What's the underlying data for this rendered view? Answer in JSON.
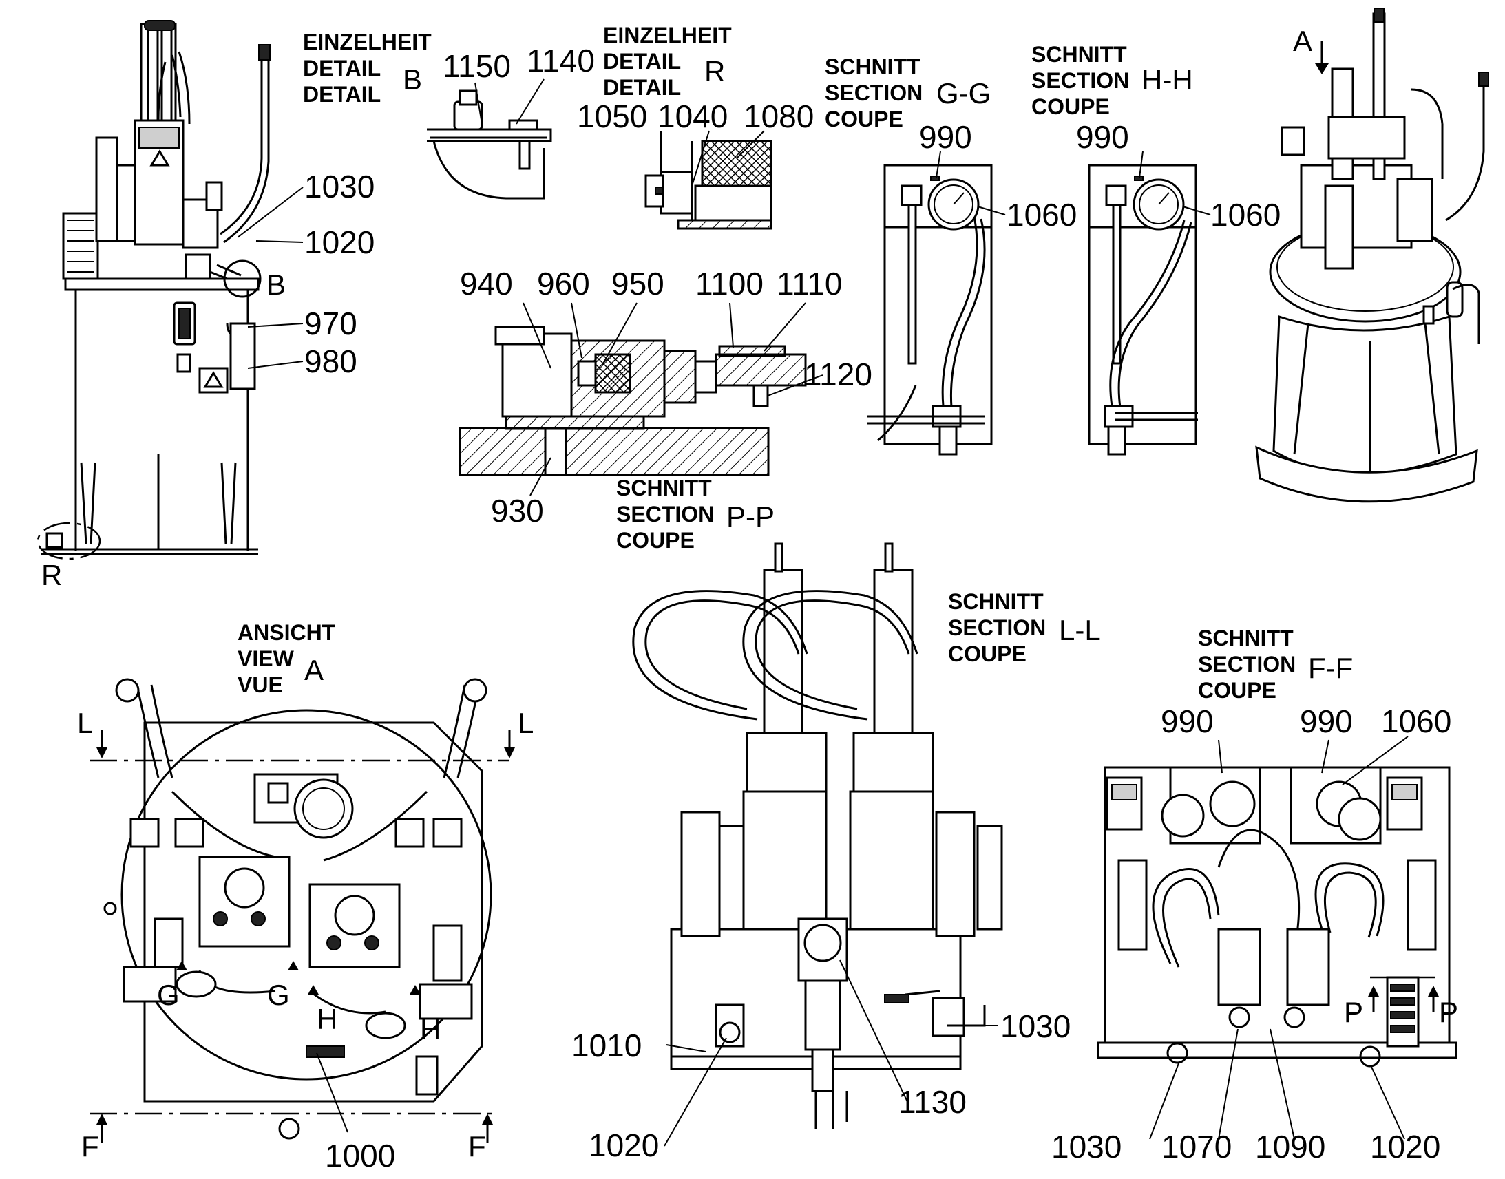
{
  "part_numbers": {
    "p1150": "1150",
    "p1140": "1140",
    "p1050": "1050",
    "p1040": "1040",
    "p1080": "1080",
    "p990_g": "990",
    "p1060_g": "1060",
    "p990_h": "990",
    "p1060_h": "1060",
    "p1030_side": "1030",
    "p1020_side": "1020",
    "p970": "970",
    "p980": "980",
    "p940": "940",
    "p960": "960",
    "p950": "950",
    "p1100": "1100",
    "p1110": "1110",
    "p1120": "1120",
    "p930": "930",
    "p1000": "1000",
    "p1010": "1010",
    "p1020_l": "1020",
    "p1130": "1130",
    "p1030_l": "1030",
    "p990_f1": "990",
    "p990_f2": "990",
    "p1060_f": "1060",
    "p1030_f": "1030",
    "p1070": "1070",
    "p1090": "1090",
    "p1020_f": "1020"
  },
  "views": {
    "detail_b": {
      "line1": "EINZELHEIT",
      "line2": "DETAIL",
      "line3": "DETAIL",
      "letter": "B"
    },
    "detail_r": {
      "line1": "EINZELHEIT",
      "line2": "DETAIL",
      "line3": "DETAIL",
      "letter": "R"
    },
    "section_gg": {
      "line1": "SCHNITT",
      "line2": "SECTION",
      "line3": "COUPE",
      "letter": "G-G"
    },
    "section_hh": {
      "line1": "SCHNITT",
      "line2": "SECTION",
      "line3": "COUPE",
      "letter": "H-H"
    },
    "section_pp": {
      "line1": "SCHNITT",
      "line2": "SECTION",
      "line3": "COUPE",
      "letter": "P-P"
    },
    "section_ll": {
      "line1": "SCHNITT",
      "line2": "SECTION",
      "line3": "COUPE",
      "letter": "L-L"
    },
    "section_ff": {
      "line1": "SCHNITT",
      "line2": "SECTION",
      "line3": "COUPE",
      "letter": "F-F"
    },
    "view_a": {
      "line1": "ANSICHT",
      "line2": "VIEW",
      "line3": "VUE",
      "letter": "A"
    }
  },
  "markers": {
    "b_side": "B",
    "r_side": "R",
    "a_iso": "A",
    "l_left": "L",
    "l_right": "L",
    "f_left": "F",
    "f_right": "F",
    "g_left": "G",
    "g_right": "G",
    "h_left": "H",
    "h_right": "H",
    "p_left": "P",
    "p_right": "P"
  }
}
